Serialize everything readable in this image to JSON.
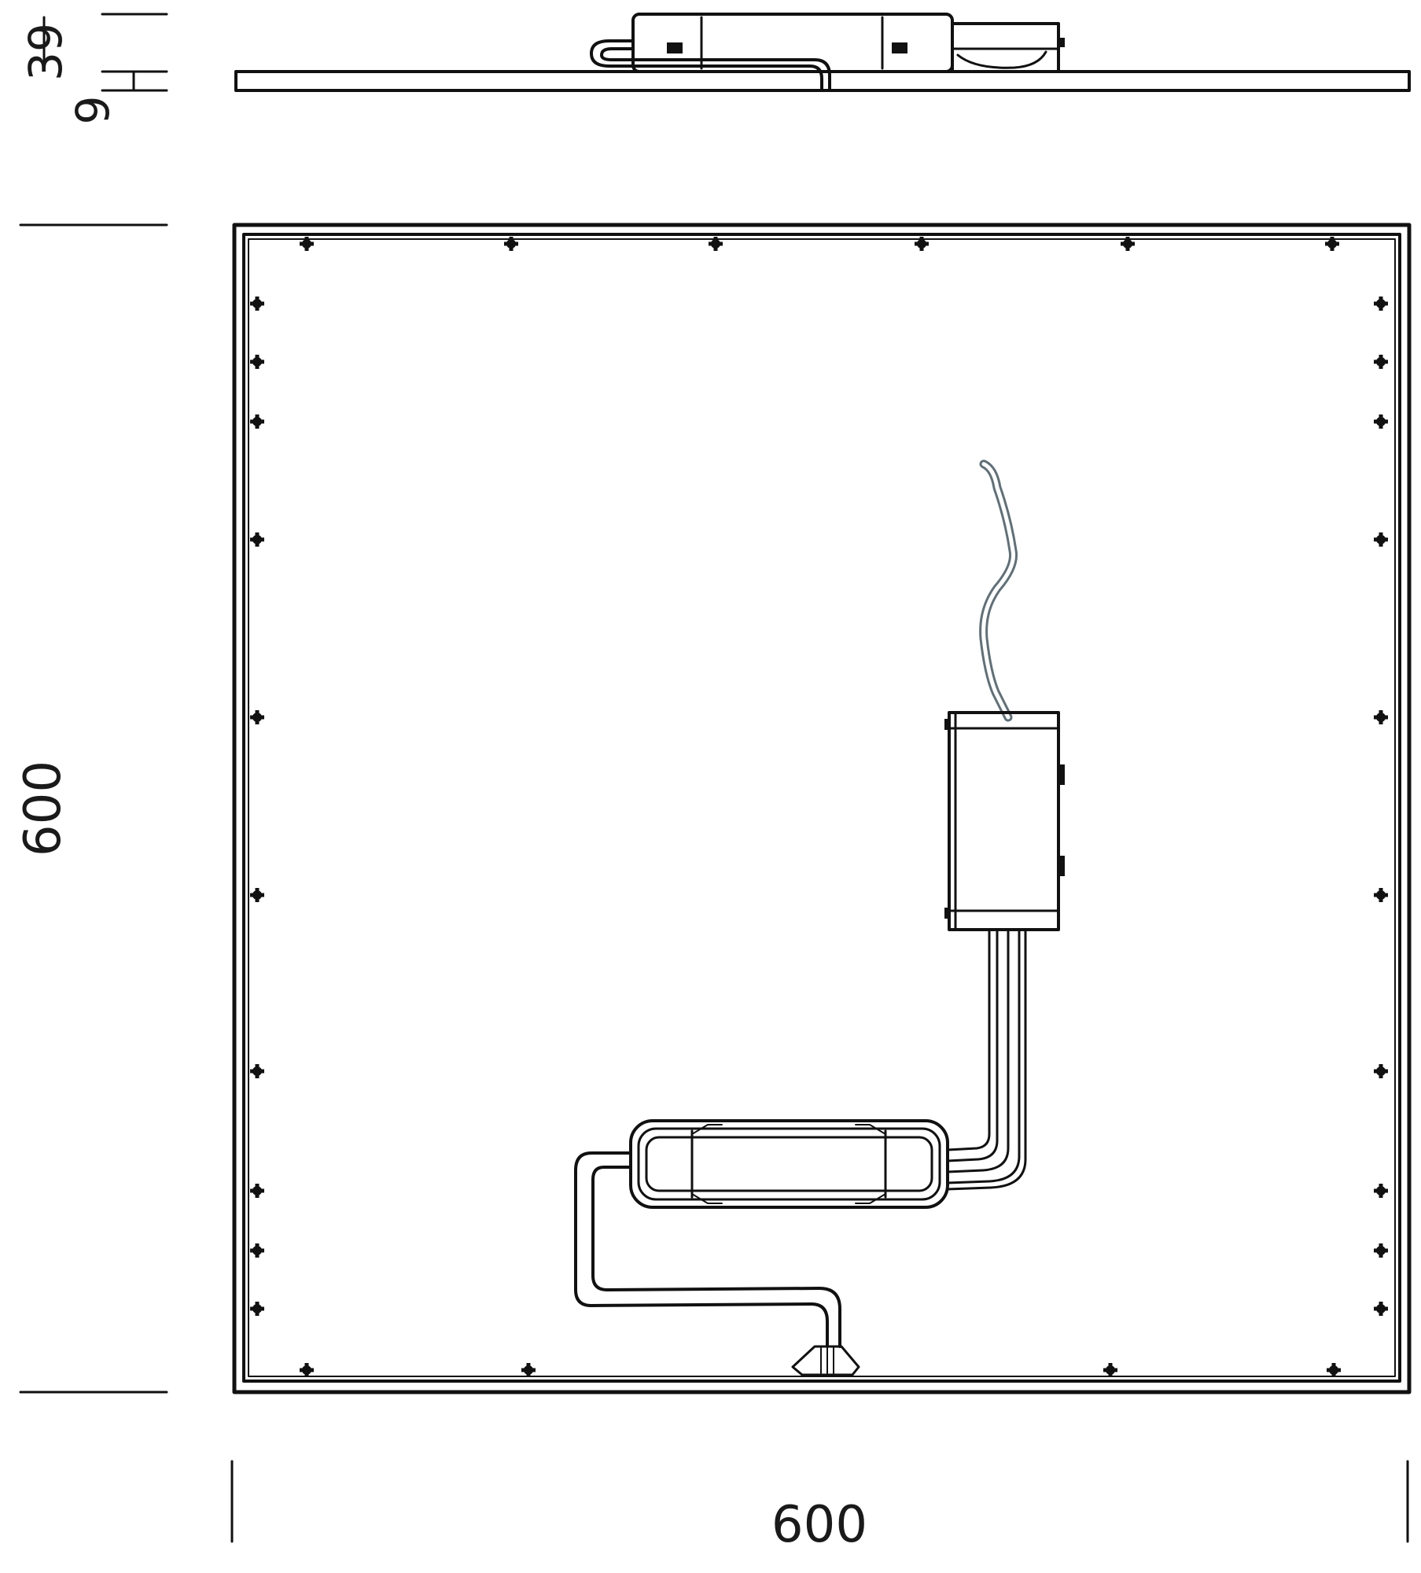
{
  "dimensions": {
    "profile_height_total": "39",
    "profile_height_panel": "9",
    "panel_height": "600",
    "panel_width": "600"
  },
  "colors": {
    "line": "#111111",
    "cable": "#607078",
    "background": "#ffffff"
  }
}
